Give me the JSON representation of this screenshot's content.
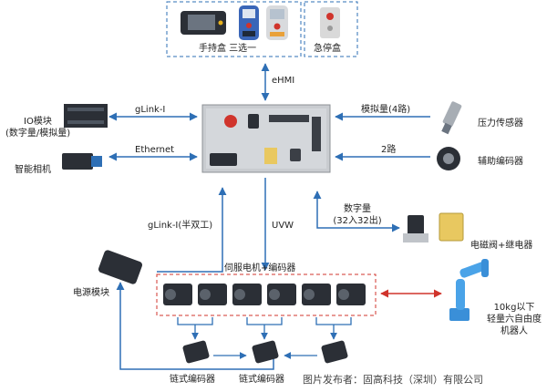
{
  "top_group": {
    "pendants_label": "手持盒 三选一",
    "estop_label": "急停盒"
  },
  "links": {
    "ehmi": "eHMI",
    "glink_top": "gLink-I",
    "ethernet": "Ethernet",
    "analog": "模拟量(4路)",
    "two_ch": "2路",
    "digital_line1": "数字量",
    "digital_line2": "(32入32出)",
    "glink_half": "gLink-I(半双工)",
    "uvw": "UVW"
  },
  "left_devices": {
    "io_line1": "IO模块",
    "io_line2": "(数字量/模拟量)",
    "camera": "智能相机",
    "power": "电源模块"
  },
  "right_devices": {
    "pressure": "压力传感器",
    "aux_encoder": "辅助编码器",
    "valve_relay": "电磁阀+继电器",
    "robot_line1": "10kg以下",
    "robot_line2": "轻量六自由度",
    "robot_line3": "机器人"
  },
  "servo_group": {
    "title": "伺服电机+编码器",
    "motor_count": 6
  },
  "encoders": {
    "left": "链式编码器",
    "middle": "链式编码器"
  },
  "watermark": "图片发布者：固高科技（深圳）有限公司",
  "colors": {
    "arrow": "#2e6fb5",
    "dash_blue": "#2e6fb5",
    "dash_red": "#d0342c",
    "device_dark": "#2b2f36"
  }
}
